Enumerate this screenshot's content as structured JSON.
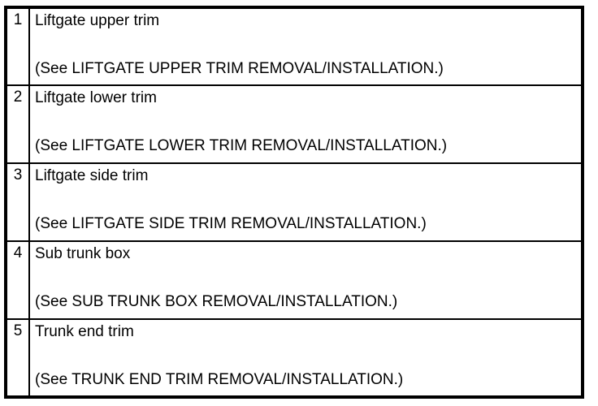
{
  "table": {
    "rows": [
      {
        "num": "1",
        "item": "Liftgate upper trim",
        "see": "(See LIFTGATE UPPER TRIM REMOVAL/INSTALLATION.)"
      },
      {
        "num": "2",
        "item": "Liftgate lower trim",
        "see": "(See LIFTGATE LOWER TRIM REMOVAL/INSTALLATION.)"
      },
      {
        "num": "3",
        "item": "Liftgate side trim",
        "see": "(See LIFTGATE SIDE TRIM REMOVAL/INSTALLATION.)"
      },
      {
        "num": "4",
        "item": "Sub trunk box",
        "see": "(See SUB TRUNK BOX REMOVAL/INSTALLATION.)"
      },
      {
        "num": "5",
        "item": "Trunk end trim",
        "see": "(See TRUNK END TRIM REMOVAL/INSTALLATION.)"
      }
    ]
  }
}
